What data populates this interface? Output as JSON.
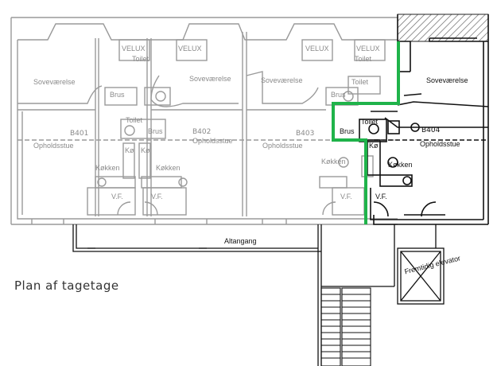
{
  "title": "Plan af tagetage",
  "colors": {
    "faded_line": "#9a9a9a",
    "faded_text": "#8a8a8a",
    "dark_line": "#111111",
    "highlight": "#1fb34a",
    "hatch": "#555555"
  },
  "labels": {
    "velux_1": "VELUX",
    "velux_2": "VELUX",
    "velux_3": "VELUX",
    "velux_4": "VELUX",
    "toilet_top_1": "Toilet",
    "toilet_top_2": "Toilet",
    "sovevaerelse_1": "Soveværelse",
    "sovevaerelse_2": "Soveværelse",
    "sovevaerelse_3": "Soveværelse",
    "sovevaerelse_4": "Soveværelse",
    "brus_1": "Brus",
    "brus_2": "Brus",
    "brus_3": "Brus",
    "brus_4": "Brus",
    "toilet_1": "Toilet",
    "toilet_2": "Toilet",
    "toilet_3": "Toilet",
    "opholdsstue_1": "Opholdsstue",
    "opholdsstue_2": "Opholdsstue",
    "opholdsstue_3": "Opholdsstue",
    "opholdsstue_4": "Opholdsstue",
    "ko_1": "Kø",
    "ko_2": "Kø",
    "ko_3": "Kø",
    "koekken_1": "Køkken",
    "koekken_2": "Køkken",
    "koekken_3": "Køkken",
    "koekken_4": "Køkken",
    "vf_1": "V.F.",
    "vf_2": "V.F.",
    "vf_3": "V.F.",
    "vf_4": "V.F.",
    "altangang": "Altangang",
    "elevator": "Fremtidig elevator",
    "unit_b401": "B401",
    "unit_b402": "B402",
    "unit_b403": "B403",
    "unit_b404": "B404"
  }
}
